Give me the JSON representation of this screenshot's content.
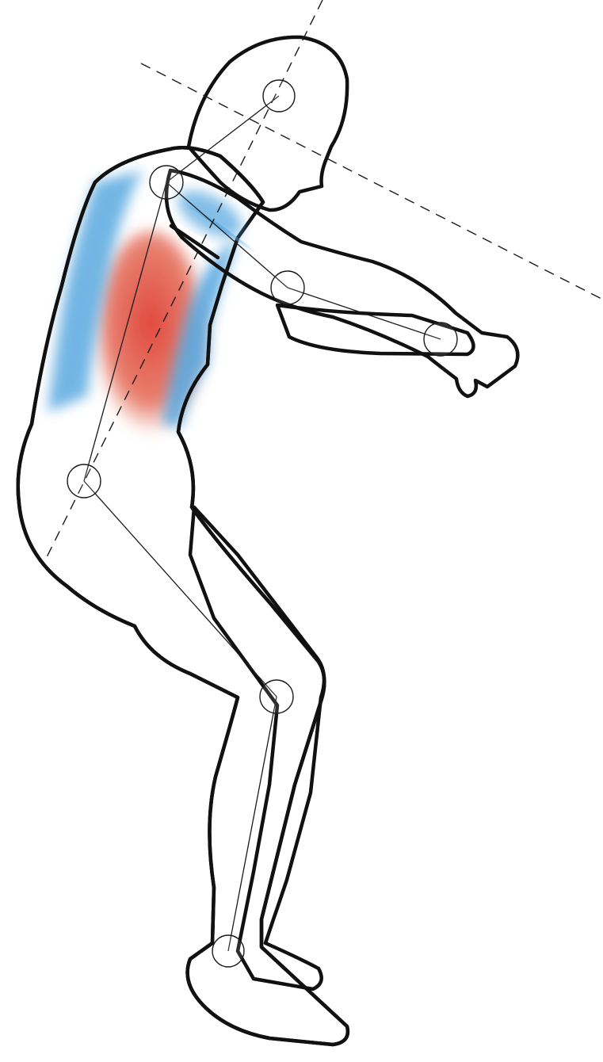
{
  "figure": {
    "subject": "human-figure-posture",
    "colors": {
      "cool": "#5aa9e0",
      "hot": "#e2413a",
      "warm": "#e8755a",
      "light": "#f6c8b6",
      "base": "#ffffff",
      "outline": "#111111"
    },
    "joints": [
      "head",
      "shoulder",
      "elbow",
      "wrist",
      "hip",
      "knee",
      "ankle"
    ],
    "reference_lines": [
      "head-tilt-line",
      "trunk-axis-line"
    ]
  }
}
